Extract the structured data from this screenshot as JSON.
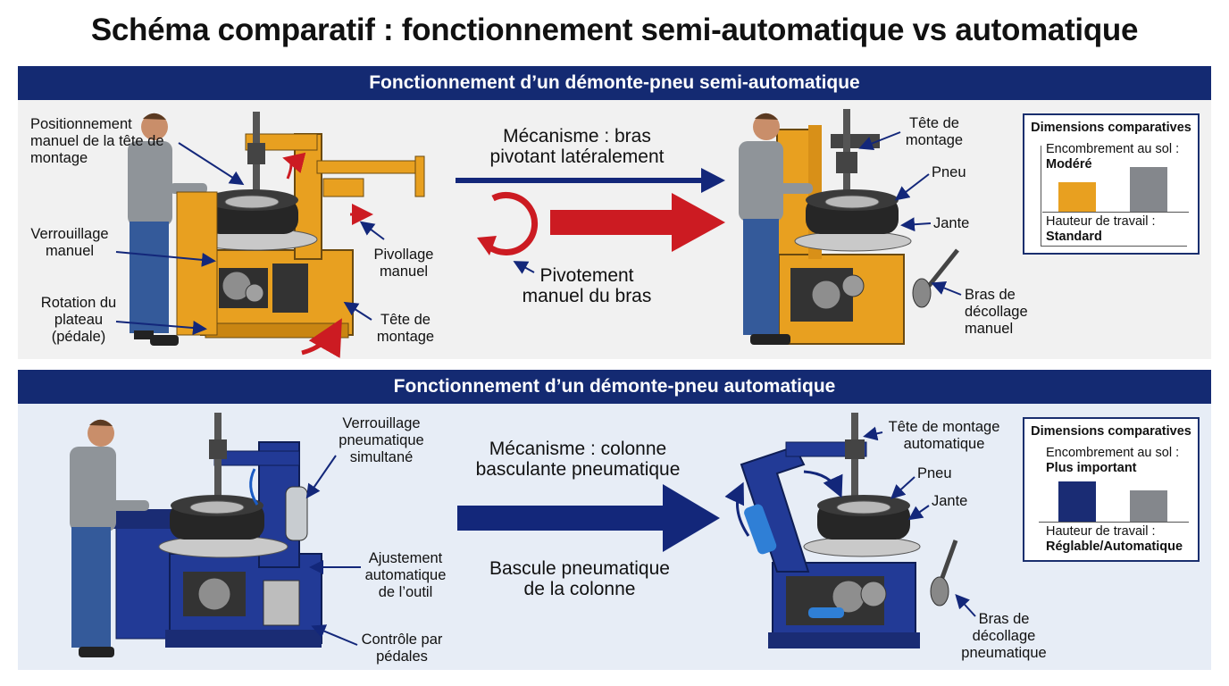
{
  "title": "Schéma comparatif : fonctionnement semi-automatique vs automatique",
  "colors": {
    "band": "#142a72",
    "semi_machine": "#e8a020",
    "auto_machine": "#223a96",
    "arrow_red": "#cc1b22",
    "arrow_blue": "#13277a",
    "bar_gray": "#84878c"
  },
  "semi": {
    "header": "Fonctionnement d’un démonte-pneu semi-automatique",
    "left_labels": {
      "positioning": "Positionnement manuel de la tête de montage",
      "locking": "Verrouillage manuel",
      "rotation": "Rotation du plateau (pédale)",
      "pivot": "Pivollage manuel",
      "head": "Tête de montage"
    },
    "mechanism": "Mécanisme : bras pivotant latéralement",
    "pivot_caption": "Pivotement manuel du bras",
    "right_labels": {
      "head": "Tête de montage",
      "tire": "Pneu",
      "rim": "Jante",
      "breaker": "Bras de décollage manuel"
    },
    "dimensions": {
      "title": "Dimensions comparatives",
      "footprint_label": "Encombrement au sol :",
      "footprint_value": "Modéré",
      "height_label": "Hauteur de travail :",
      "height_value": "Standard"
    }
  },
  "auto": {
    "header": "Fonctionnement d’un démonte-pneu automatique",
    "left_labels": {
      "locking": "Verrouillage pneumatique simultané",
      "adjust": "Ajustement automatique de l’outil",
      "pedals": "Contrôle par pédales"
    },
    "mechanism": "Mécanisme : colonne basculante pneumatique",
    "tilt_caption": "Bascule pneumatique de la colonne",
    "right_labels": {
      "head": "Tête de montage automatique",
      "tire": "Pneu",
      "rim": "Jante",
      "breaker": "Bras de décollage pneumatique"
    },
    "dimensions": {
      "title": "Dimensions comparatives",
      "footprint_label": "Encombrement au sol :",
      "footprint_value": "Plus important",
      "height_label": "Hauteur de travail :",
      "height_value": "Réglable/Automatique"
    }
  }
}
